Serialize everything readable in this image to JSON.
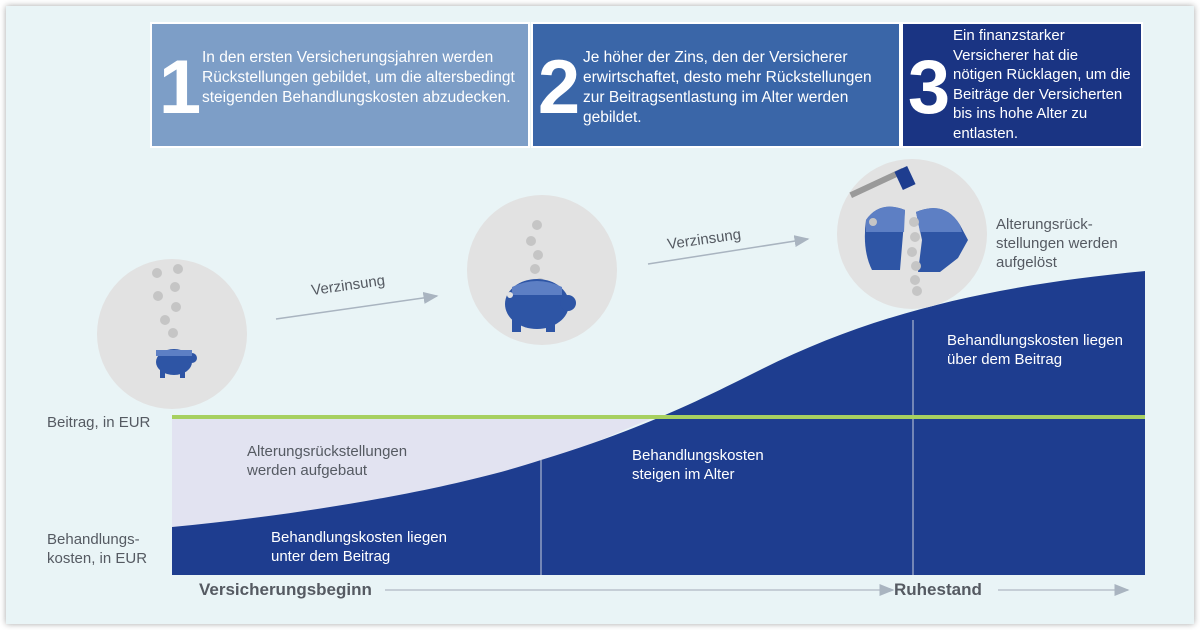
{
  "boxes": [
    {
      "number": "1",
      "text": "In den ersten Versicherungsjahren werden Rückstellungen gebildet, um die altersbedingt steigenden Behandlungskosten abzudecken."
    },
    {
      "number": "2",
      "text": "Je höher der Zins, den der Versicherer erwirtschaftet, desto mehr Rückstellungen zur Beitragsentlastung im Alter werden gebildet."
    },
    {
      "number": "3",
      "text": "Ein finanzstarker Versicherer hat die nötigen Rücklagen, um die Beiträge der Versicherten bis ins hohe Alter zu entlasten."
    }
  ],
  "arrows": {
    "first": "Verzinsung",
    "second": "Verzinsung"
  },
  "piggy3_label": "Alterungsrück-stellungen werden aufgelöst",
  "axis_labels": {
    "beitrag": "Beitrag, in EUR",
    "kosten": "Behandlungs-kosten, in EUR"
  },
  "regions": {
    "aufbau": "Alterungsrückstellungen werden aufgebaut",
    "unter": "Behandlungskosten liegen unter dem Beitrag",
    "steigen": "Behandlungskosten steigen im Alter",
    "ueber": "Behandlungskosten liegen über dem Beitrag"
  },
  "timeline": {
    "start": "Versicherungsbeginn",
    "end": "Ruhestand"
  },
  "colors": {
    "light_blue": "#7d9ec7",
    "mid_blue": "#3a66a8",
    "dark_blue": "#1a3483",
    "area_blue": "#1e3d8f",
    "reserve_fill": "#e2e3f1",
    "beitrag_line": "#a7d060",
    "circle": "#e2e2e2",
    "coin": "#c5c5c5",
    "piggy": "#2e55a5"
  }
}
